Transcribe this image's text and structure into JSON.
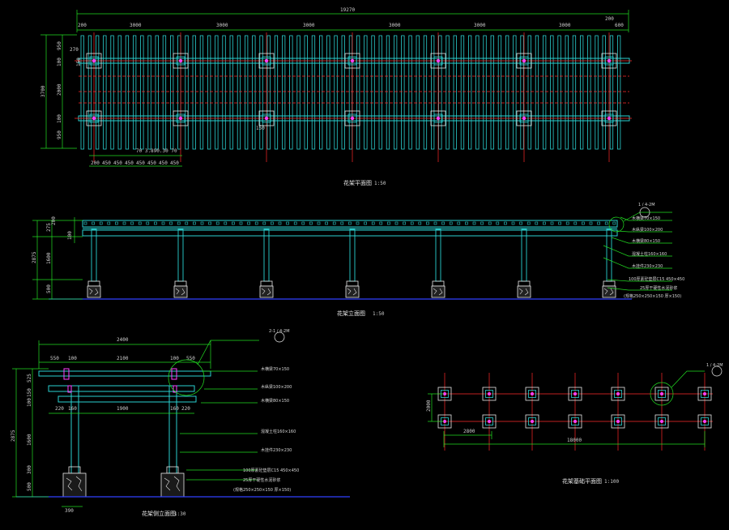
{
  "plan": {
    "title": "花架平面图",
    "scale": "1:50",
    "total": "19270",
    "top_dims": [
      "200",
      "3000",
      "3000",
      "3000",
      "3000",
      "3000",
      "3000",
      "200",
      "600"
    ],
    "left_dims": [
      "3700",
      "950",
      "100",
      "2000",
      "100",
      "950"
    ],
    "notes": [
      "270",
      "150",
      "150",
      "70 3.890.30 70"
    ],
    "bottom_dims": [
      "200",
      "450",
      "450",
      "450",
      "450",
      "450",
      "450",
      "450"
    ]
  },
  "elevation": {
    "title": "花架立面图",
    "scale": "1:50",
    "left_dims": [
      "2875",
      "275",
      "200",
      "100",
      "1600",
      "500"
    ],
    "callouts": [
      "木横梁70×150",
      "木纵梁100×200",
      "木横梁80×150",
      "混凝土柱160×160",
      "木挂件230×230",
      "100厚素砼垫层C15 450×450",
      "25厚干硬性水泥砂浆",
      "(规格250×250×150 厚×150)"
    ],
    "section_mark": "1 / 4-2M"
  },
  "section": {
    "title": "花架侧立面图",
    "scale": "1:30",
    "top_dims": [
      "2400",
      "550",
      "100",
      "2100",
      "100",
      "550"
    ],
    "mid_dims": [
      "220",
      "160",
      "1900",
      "160",
      "220"
    ],
    "left_dims": [
      "2875",
      "525",
      "150",
      "100",
      "1600",
      "300",
      "500"
    ],
    "bottom_dim": "390",
    "callouts": [
      "木横梁70×150",
      "木纵梁100×200",
      "木横梁80×150",
      "混凝土柱160×160",
      "木挂件230×230",
      "100厚素砼垫层C15 450×450",
      "25厚干硬性水泥砂浆",
      "(规格250×250×150 厚×150)"
    ],
    "section_mark": "2-1 / 4-2M"
  },
  "foundation": {
    "title": "花架基础平面图",
    "scale": "1:100",
    "dims": [
      "2000",
      "2800",
      "18000"
    ],
    "section_mark": "1 / 4-2M"
  },
  "colors": {
    "background": "#000000",
    "cyan": "#2ad0d0",
    "red": "#ff2a2a",
    "white": "#e8e8e8",
    "green": "#22dd22",
    "blue": "#3040ff",
    "magenta": "#ff40ff"
  }
}
